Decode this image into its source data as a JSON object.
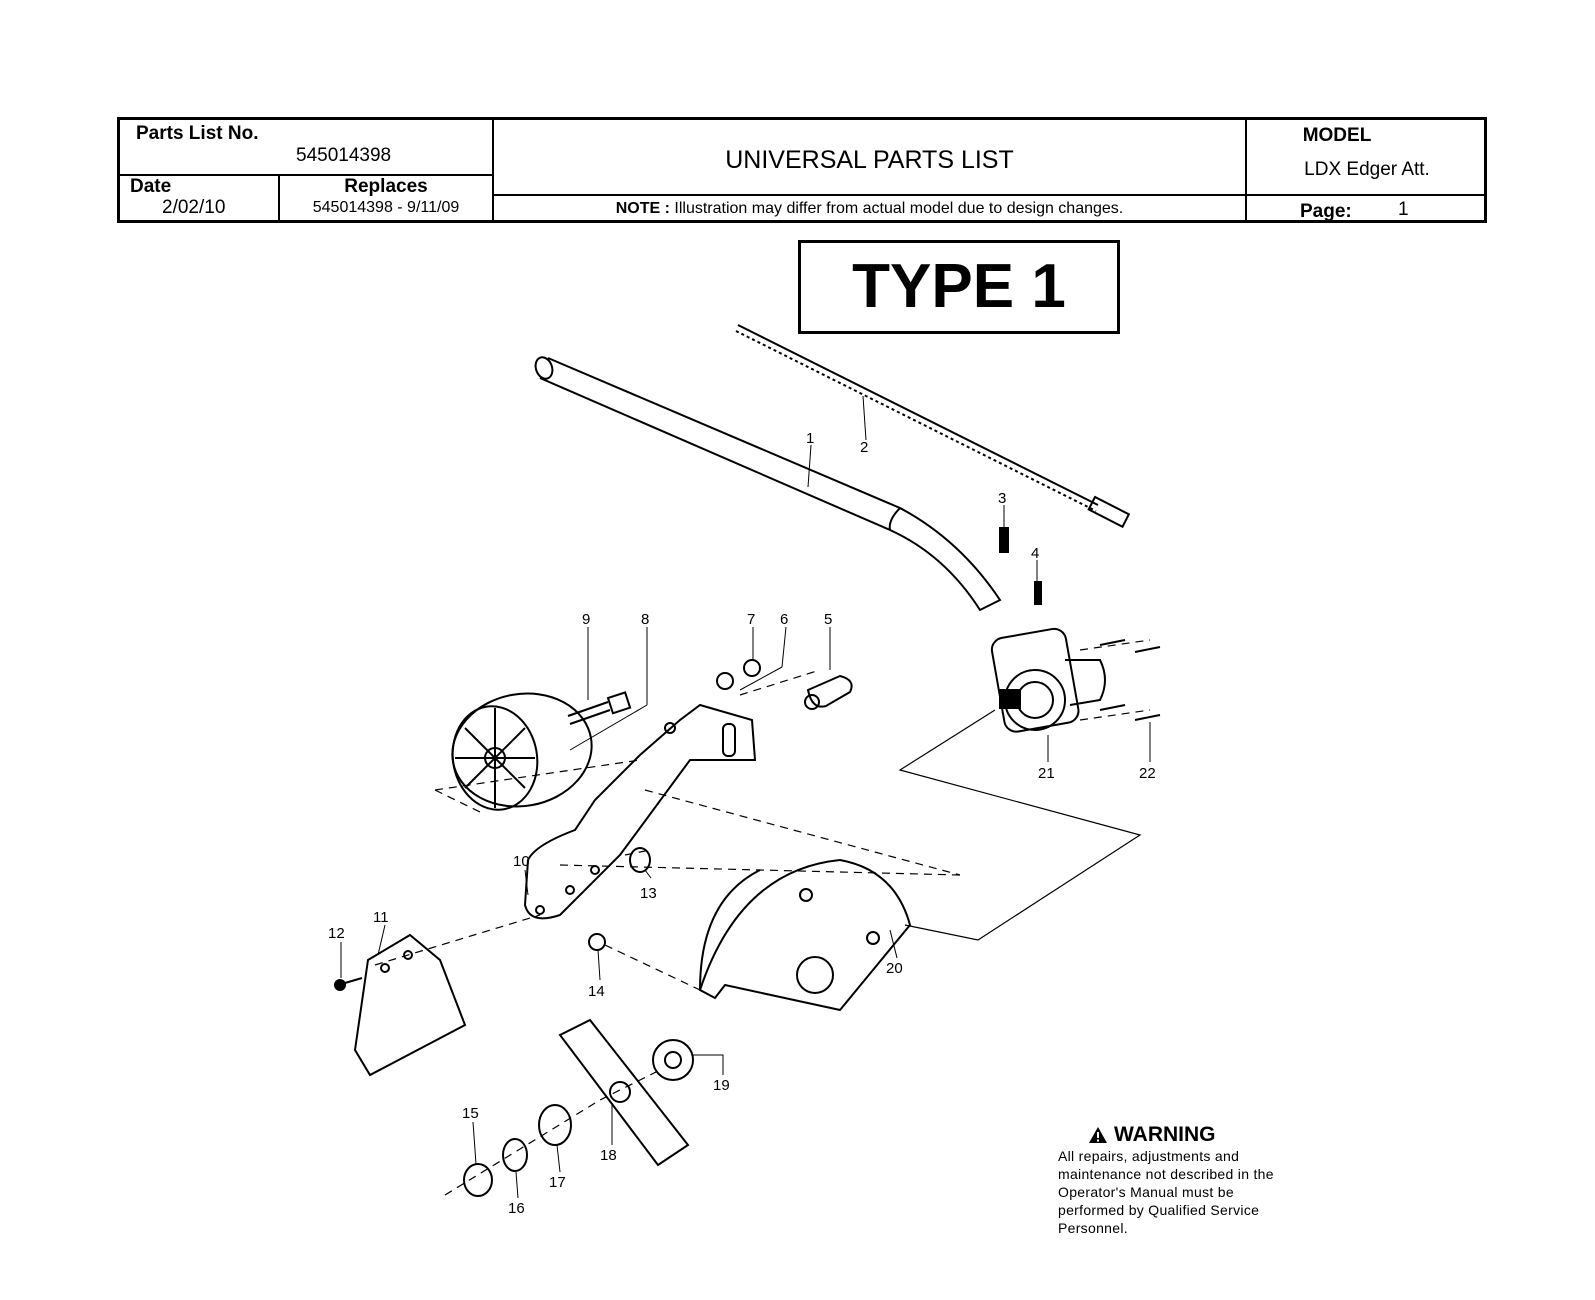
{
  "header": {
    "parts_list_label": "Parts List No.",
    "parts_list_no": "545014398",
    "date_label": "Date",
    "date": "2/02/10",
    "replaces_label": "Replaces",
    "replaces": "545014398 - 9/11/09",
    "title": "UNIVERSAL PARTS LIST",
    "note_label": "NOTE :",
    "note_text": "Illustration may differ from actual model due to design changes.",
    "model_label": "MODEL",
    "model": "LDX Edger Att.",
    "page_label": "Page:",
    "page": "1"
  },
  "type_label": "TYPE 1",
  "callouts": [
    "1",
    "2",
    "3",
    "4",
    "5",
    "6",
    "7",
    "8",
    "9",
    "10",
    "11",
    "12",
    "13",
    "14",
    "15",
    "16",
    "17",
    "18",
    "19",
    "20",
    "21",
    "22"
  ],
  "warning": {
    "title": "WARNING",
    "text": "All repairs, adjustments and maintenance not described in the Operator's Manual must be performed by Qualified Service Personnel."
  }
}
